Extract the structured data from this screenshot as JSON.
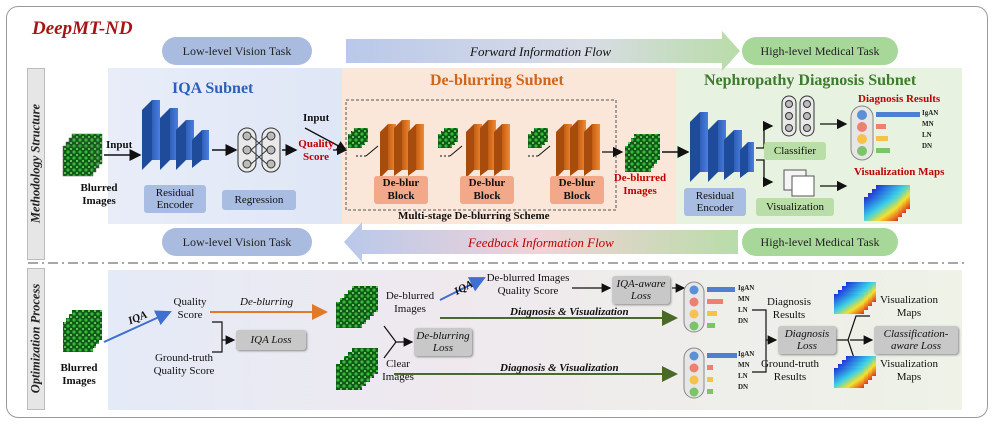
{
  "title": "DeepMT-ND",
  "side_labels": {
    "top": "Methodology Structure",
    "bottom": "Optimization Process"
  },
  "flows": {
    "forward": "Forward Information Flow",
    "feedback": "Feedback Information Flow",
    "low_level_top": "Low-level Vision Task",
    "high_level_top": "High-level Medical Task",
    "low_level_bottom": "Low-level Vision Task",
    "high_level_bottom": "High-level Medical Task"
  },
  "structure": {
    "blurred_images": "Blurred Images",
    "input1": "Input",
    "iqa_title": "IQA Subnet",
    "residual_encoder1": "Residual Encoder",
    "regression": "Regression",
    "input2": "Input",
    "quality_score": "Quality Score",
    "deblur_title": "De-blurring Subnet",
    "deblur_block": "De-blur Block",
    "multistage": "Multi-stage De-blurring Scheme",
    "deblurred_images": "De-blurred Images",
    "nd_title": "Nephropathy Diagnosis Subnet",
    "residual_encoder2": "Residual Encoder",
    "classifier": "Classifier",
    "visualization": "Visualization",
    "diagnosis_results": "Diagnosis Results",
    "visualization_maps": "Visualization Maps",
    "classes": [
      "IgAN",
      "MN",
      "LN",
      "DN"
    ]
  },
  "optimization": {
    "blurred_images": "Blurred Images",
    "iqa": "IQA",
    "quality_score": "Quality Score",
    "deblurring": "De-blurring",
    "gt_quality": "Ground-truth Quality Score",
    "iqa_loss": "IQA Loss",
    "deblurred_images": "De-blurred Images",
    "clear_images": "Clear Images",
    "deblurring_loss": "De-blurring Loss",
    "iqa2": "IQA",
    "deblurred_quality": "De-blurred Images Quality Score",
    "iqa_aware_loss": "IQA-aware Loss",
    "diag_vis1": "Diagnosis & Visualization",
    "diag_vis2": "Diagnosis & Visualization",
    "diagnosis_results": "Diagnosis Results",
    "gt_results": "Ground-truth Results",
    "diagnosis_loss": "Diagnosis Loss",
    "vis_maps1": "Visualization Maps",
    "vis_maps2": "Visualization Maps",
    "cls_loss": "Classification-aware Loss",
    "classes": [
      "IgAN",
      "MN",
      "LN",
      "DN"
    ]
  },
  "colors": {
    "accent_red": "#c00000",
    "blue": "#3f6fd0",
    "orange": "#e07a2a",
    "green_bg": "#e4f1dc"
  }
}
